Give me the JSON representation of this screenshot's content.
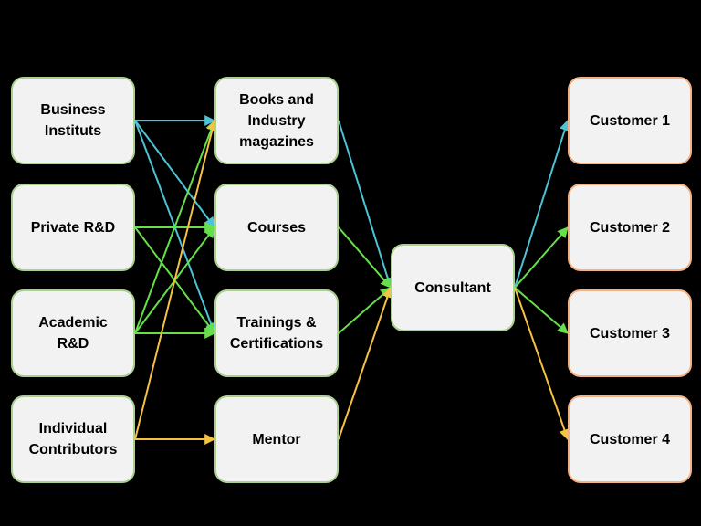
{
  "colors": {
    "background": "#000000",
    "node_fill": "#f2f2f2",
    "node_border_source": "#a9d08e",
    "node_border_customer": "#f4b183",
    "edge_cyan": "#4dc3d6",
    "edge_green": "#66e04a",
    "edge_yellow": "#f5c242"
  },
  "nodes": {
    "business": "Business\nInstituts",
    "private": "Private R&D",
    "academic": "Academic\nR&D",
    "individual": "Individual\nContributors",
    "books": "Books and\nIndustry\nmagazines",
    "courses": "Courses",
    "trainings": "Trainings &\nCertifications",
    "mentor": "Mentor",
    "consultant": "Consultant",
    "customer1": "Customer 1",
    "customer2": "Customer 2",
    "customer3": "Customer 3",
    "customer4": "Customer 4"
  },
  "edges": [
    {
      "from": "business",
      "to": "books",
      "color": "cyan"
    },
    {
      "from": "business",
      "to": "courses",
      "color": "cyan"
    },
    {
      "from": "business",
      "to": "trainings",
      "color": "cyan"
    },
    {
      "from": "private",
      "to": "courses",
      "color": "green"
    },
    {
      "from": "private",
      "to": "trainings",
      "color": "green"
    },
    {
      "from": "academic",
      "to": "books",
      "color": "green"
    },
    {
      "from": "academic",
      "to": "courses",
      "color": "green"
    },
    {
      "from": "academic",
      "to": "trainings",
      "color": "green"
    },
    {
      "from": "individual",
      "to": "books",
      "color": "yellow"
    },
    {
      "from": "individual",
      "to": "mentor",
      "color": "yellow"
    },
    {
      "from": "books",
      "to": "consultant",
      "color": "cyan"
    },
    {
      "from": "courses",
      "to": "consultant",
      "color": "green"
    },
    {
      "from": "trainings",
      "to": "consultant",
      "color": "green"
    },
    {
      "from": "mentor",
      "to": "consultant",
      "color": "yellow"
    },
    {
      "from": "consultant",
      "to": "customer1",
      "color": "cyan"
    },
    {
      "from": "consultant",
      "to": "customer2",
      "color": "green"
    },
    {
      "from": "consultant",
      "to": "customer3",
      "color": "green"
    },
    {
      "from": "consultant",
      "to": "customer4",
      "color": "yellow"
    }
  ]
}
